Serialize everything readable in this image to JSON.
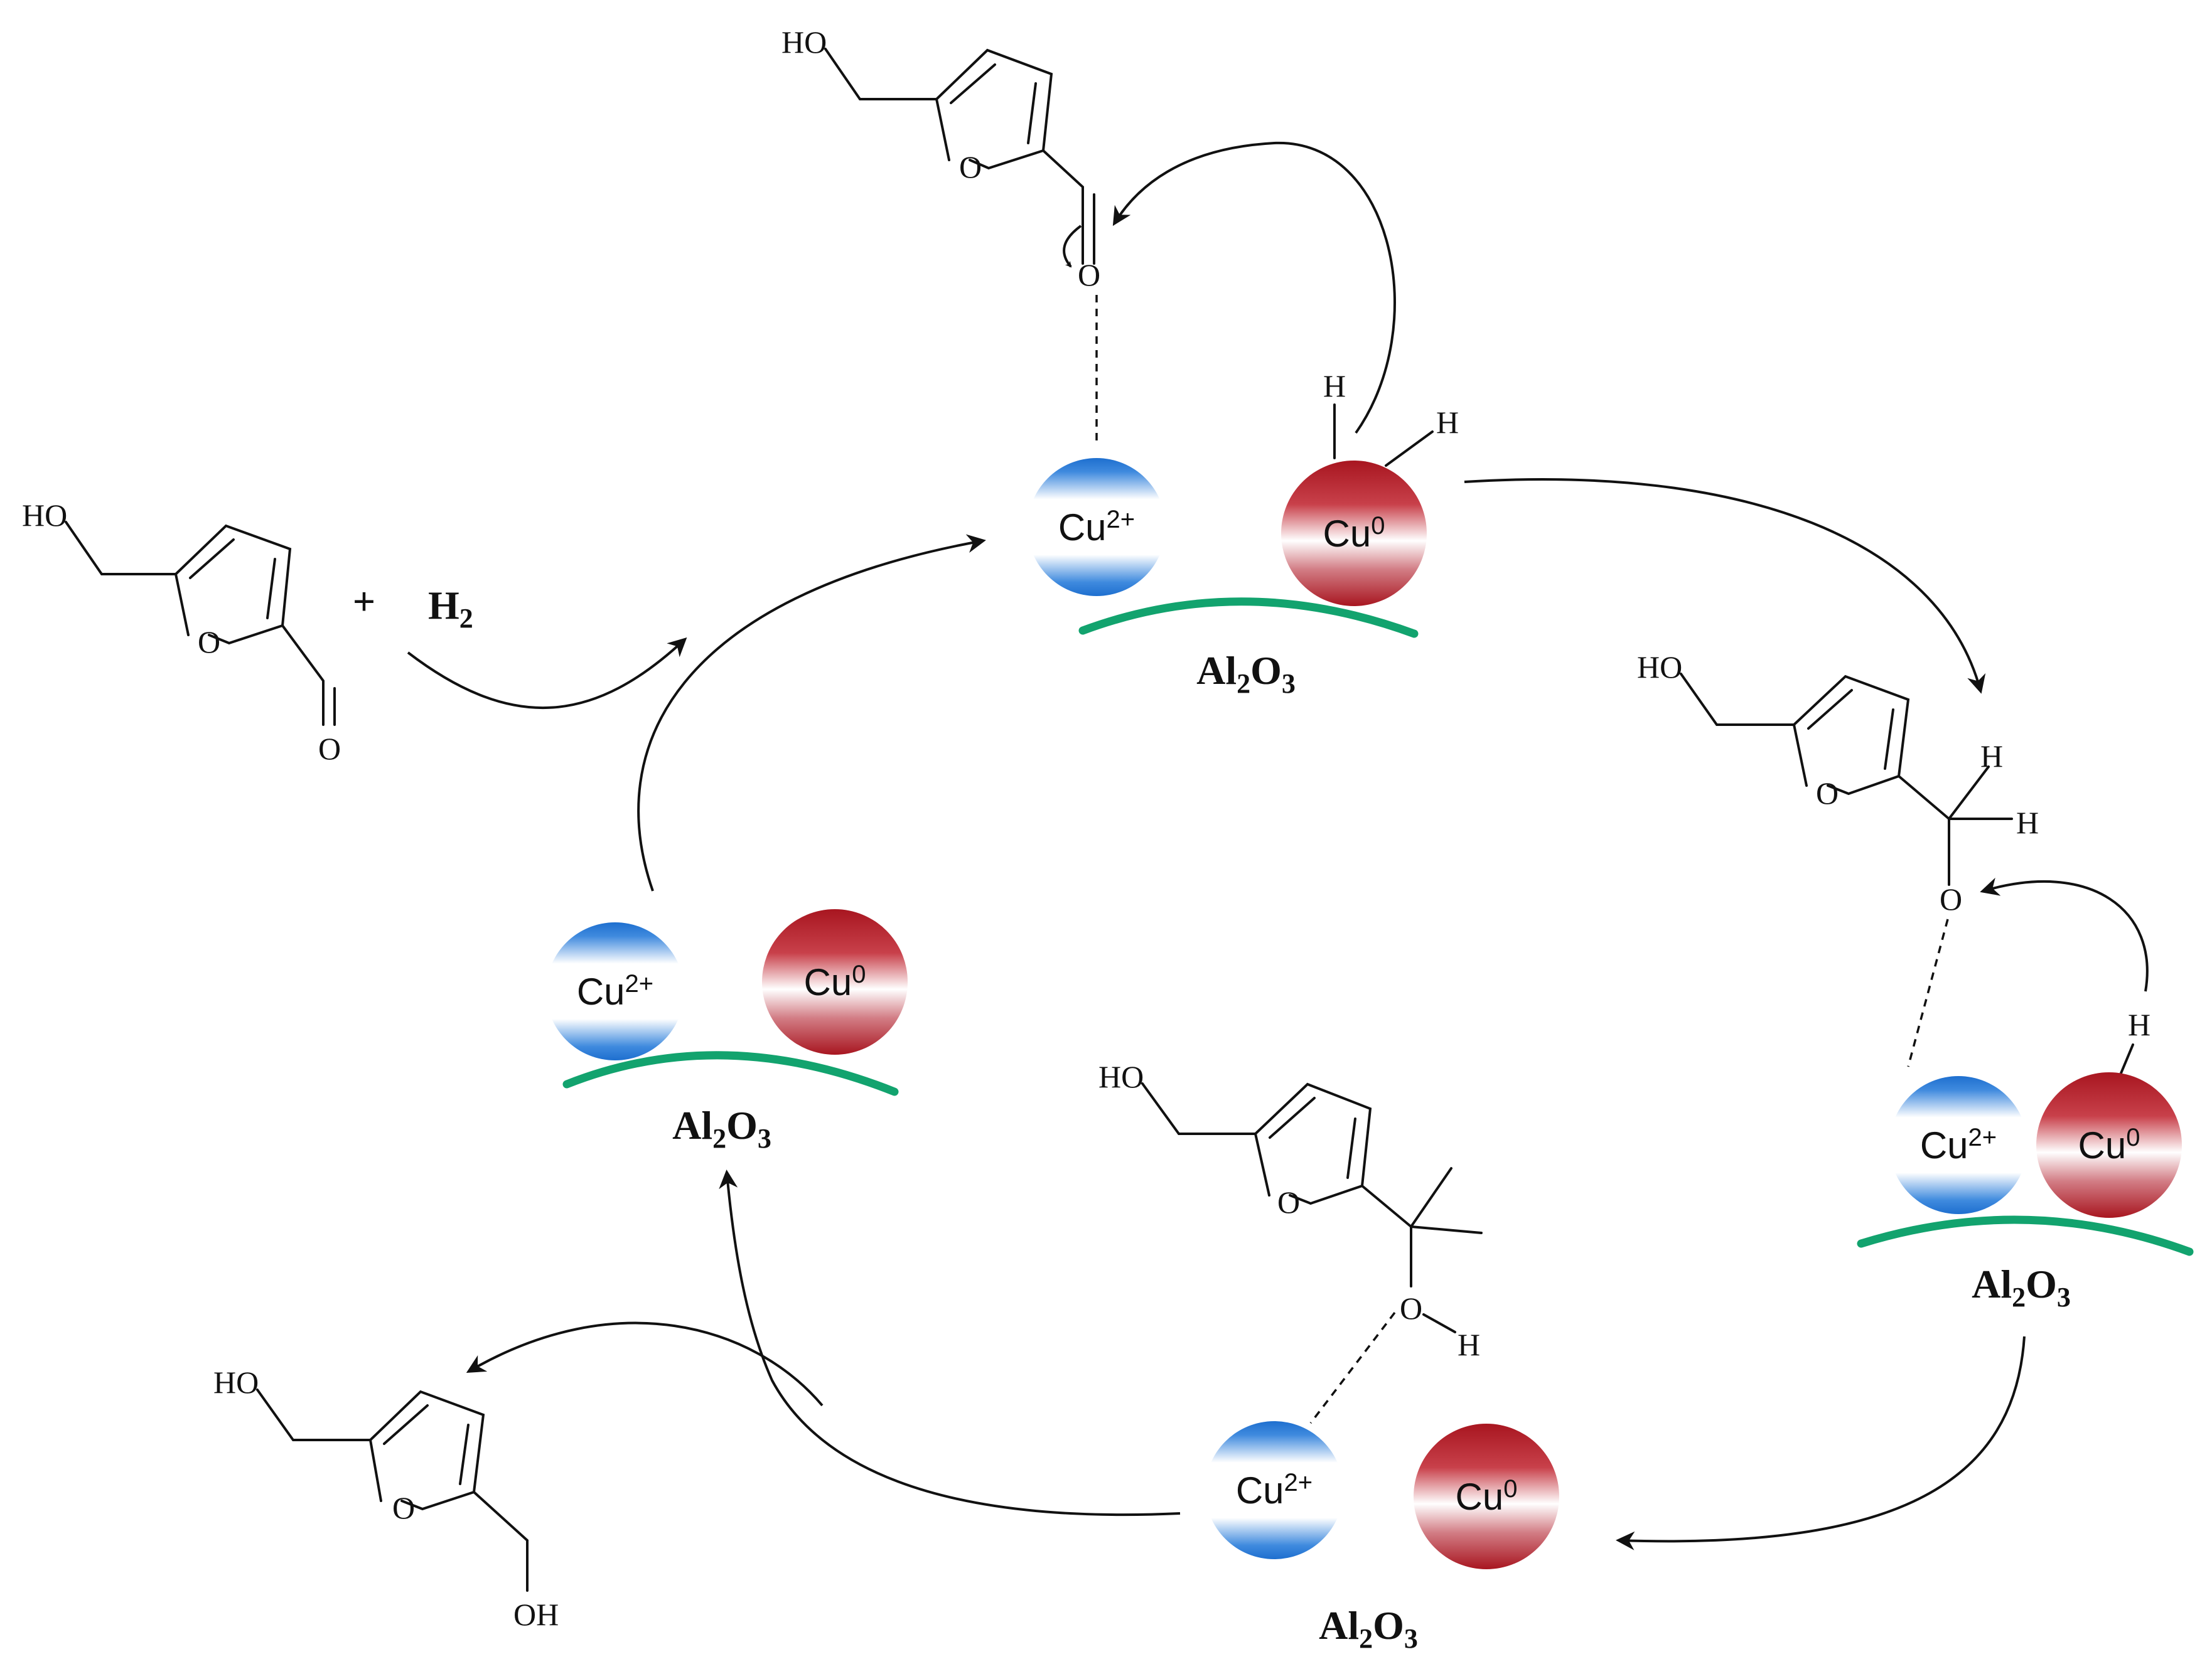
{
  "colors": {
    "cu2_band": "#1e6fcf",
    "cu0_band": "#a81620",
    "support_line": "#12a36e"
  },
  "labels": {
    "ho": "HO",
    "oh": "OH",
    "o": "O",
    "h": "H",
    "plus": "+",
    "h2_main": "H",
    "h2_sub": "2",
    "cu2_main": "Cu",
    "cu2_sup": "2+",
    "cu0_main": "Cu",
    "cu0_sup": "0",
    "support_al": "Al",
    "support_al_sub": "2",
    "support_o": "O",
    "support_o_sub": "3"
  }
}
